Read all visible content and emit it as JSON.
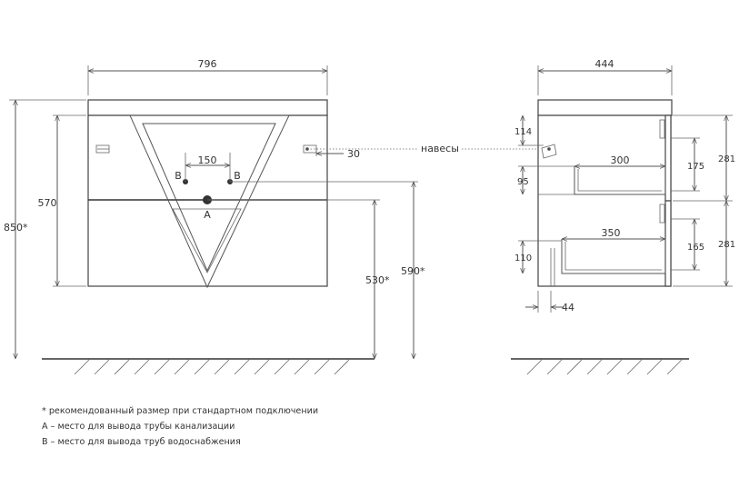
{
  "front_view": {
    "width": "796",
    "height_total": "850*",
    "height_body": "570",
    "height_530": "530*",
    "height_590": "590*",
    "spacing_150": "150",
    "offset_30": "30",
    "label_a": "A",
    "label_b_left": "B",
    "label_b_right": "B"
  },
  "hangers_label": "навесы",
  "side_view": {
    "depth": "444",
    "dim_114": "114",
    "dim_300": "300",
    "dim_175": "175",
    "dim_281_top": "281",
    "dim_95": "95",
    "dim_350": "350",
    "dim_165": "165",
    "dim_281_bottom": "281",
    "dim_110": "110",
    "dim_44": "44"
  },
  "notes": [
    "* рекомендованный размер при стандартном подключении",
    "A – место для вывода трубы канализации",
    "B – место для вывода труб водоснабжения"
  ]
}
